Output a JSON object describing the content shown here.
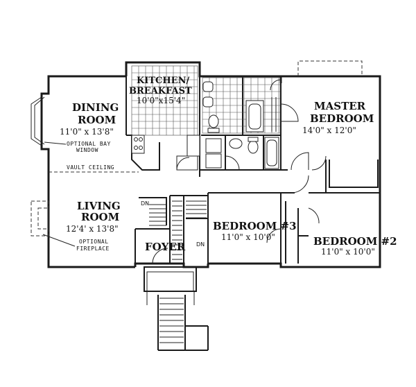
{
  "rooms": {
    "dining": {
      "name_line1": "DINING",
      "name_line2": "ROOM",
      "size": "11'0\" x 13'8\""
    },
    "kitchen": {
      "name_line1": "KITCHEN/",
      "name_line2": "BREAKFAST",
      "size": "10'0\"x15'4\""
    },
    "master": {
      "name_line1": "MASTER",
      "name_line2": "BEDROOM",
      "size": "14'0\" x 12'0\""
    },
    "living": {
      "name_line1": "LIVING",
      "name_line2": "ROOM",
      "size": "12'4' x 13'8\""
    },
    "foyer": {
      "name": "FOYER"
    },
    "bedroom3": {
      "name": "BEDROOM #3",
      "size": "11'0\" x 10'0\""
    },
    "bedroom2": {
      "name": "BEDROOM #2",
      "size": "11'0\" x 10'0\""
    }
  },
  "notes": {
    "bay_line1": "OPTIONAL BAY",
    "bay_line2": "WINDOW",
    "vault": "VAULT CEILING",
    "fireplace_line1": "OPTIONAL",
    "fireplace_line2": "FIREPLACE",
    "stair_dn_upper": "DN",
    "stair_dn_lower": "DN"
  }
}
